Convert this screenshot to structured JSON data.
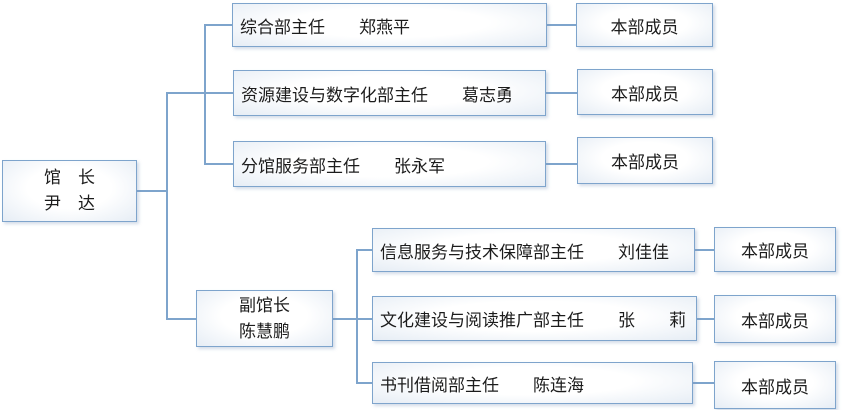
{
  "chart": {
    "type": "org-chart",
    "root": {
      "line1": "馆　长",
      "line2": "尹　达"
    },
    "deputy": {
      "line1": "副馆长",
      "line2": "陈慧鹏"
    },
    "member_label": "本部成员",
    "top_departments": [
      "综合部主任　　郑燕平",
      "资源建设与数字化部主任　　葛志勇",
      "分馆服务部主任　　张永军"
    ],
    "bottom_departments": [
      "信息服务与技术保障部主任　　刘佳佳",
      "文化建设与阅读推广部主任　　张　　莉",
      "书刊借阅部主任　　陈连海"
    ],
    "colors": {
      "border": "#7ea4cc",
      "line": "#7ea4cc",
      "fill_center": "#ffffff",
      "fill_edge": "#e6edf5",
      "text": "#1c1c1c"
    }
  }
}
